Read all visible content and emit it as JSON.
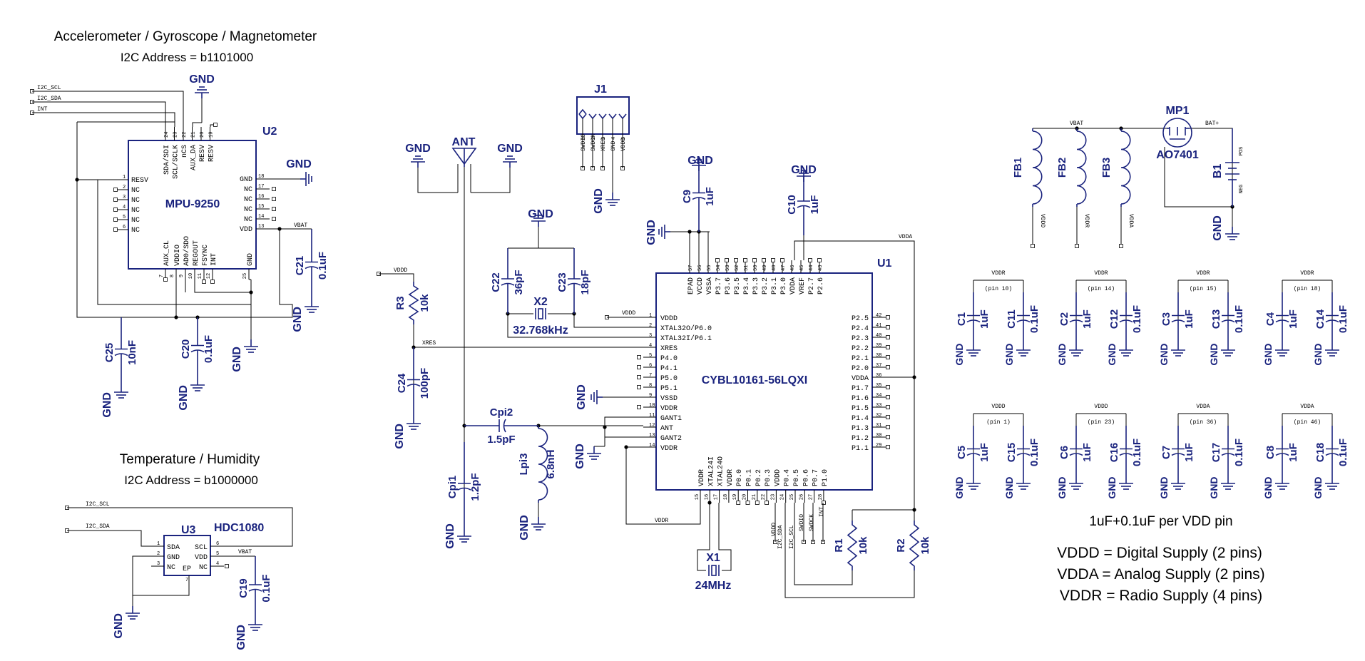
{
  "headings": {
    "imu_title": "Accelerometer / Gyroscope / Magnetometer",
    "imu_address": "I2C Address = b1101000",
    "temp_title": "Temperature / Humidity",
    "temp_address": "I2C Address = b1000000"
  },
  "u2": {
    "ref": "U2",
    "part": "MPU-9250",
    "left_pins": [
      {
        "num": "1",
        "name": "RESV"
      },
      {
        "num": "2",
        "name": "NC"
      },
      {
        "num": "3",
        "name": "NC"
      },
      {
        "num": "4",
        "name": "NC"
      },
      {
        "num": "5",
        "name": "NC"
      },
      {
        "num": "6",
        "name": "NC"
      }
    ],
    "right_pins": [
      {
        "num": "18",
        "name": "GND"
      },
      {
        "num": "17",
        "name": "NC"
      },
      {
        "num": "16",
        "name": "NC"
      },
      {
        "num": "15",
        "name": "NC"
      },
      {
        "num": "14",
        "name": "NC"
      },
      {
        "num": "13",
        "name": "VDD"
      }
    ],
    "top_pins": [
      {
        "num": "24",
        "name": "SDA/SDI"
      },
      {
        "num": "23",
        "name": "SCL/SCLK"
      },
      {
        "num": "22",
        "name": "nCS"
      },
      {
        "num": "21",
        "name": "AUX_DA"
      },
      {
        "num": "20",
        "name": "RESV"
      },
      {
        "num": "19",
        "name": "RESV"
      }
    ],
    "bottom_pins": [
      {
        "num": "7",
        "name": "AUX_CL"
      },
      {
        "num": "8",
        "name": "VDDIO"
      },
      {
        "num": "9",
        "name": "AD0/SDO"
      },
      {
        "num": "10",
        "name": "REGOUT"
      },
      {
        "num": "11",
        "name": "FSYNC"
      },
      {
        "num": "12",
        "name": "INT"
      },
      {
        "num": "25",
        "name": "GND"
      }
    ]
  },
  "u3": {
    "ref": "U3",
    "part": "HDC1080",
    "left_pins": [
      {
        "num": "1",
        "name": "SDA"
      },
      {
        "num": "2",
        "name": "GND"
      },
      {
        "num": "3",
        "name": "NC"
      }
    ],
    "right_pins": [
      {
        "num": "6",
        "name": "SCL"
      },
      {
        "num": "5",
        "name": "VDD"
      },
      {
        "num": "4",
        "name": "NC"
      }
    ],
    "ep": "EP",
    "ep_num": "7"
  },
  "u1": {
    "ref": "U1",
    "part": "CYBL10161-56LQXI",
    "left_pins": [
      {
        "num": "1",
        "name": "VDDD"
      },
      {
        "num": "2",
        "name": "XTAL32O/P6.0"
      },
      {
        "num": "3",
        "name": "XTAL32I/P6.1"
      },
      {
        "num": "4",
        "name": "XRES"
      },
      {
        "num": "5",
        "name": "P4.0"
      },
      {
        "num": "6",
        "name": "P4.1"
      },
      {
        "num": "7",
        "name": "P5.0"
      },
      {
        "num": "8",
        "name": "P5.1"
      },
      {
        "num": "9",
        "name": "VSSD"
      },
      {
        "num": "10",
        "name": "VDDR"
      },
      {
        "num": "11",
        "name": "GANT1"
      },
      {
        "num": "12",
        "name": "ANT"
      },
      {
        "num": "13",
        "name": "GANT2"
      },
      {
        "num": "14",
        "name": "VDDR"
      }
    ],
    "right_pins": [
      {
        "num": "42",
        "name": "P2.5"
      },
      {
        "num": "41",
        "name": "P2.4"
      },
      {
        "num": "40",
        "name": "P2.3"
      },
      {
        "num": "39",
        "name": "P2.2"
      },
      {
        "num": "38",
        "name": "P2.1"
      },
      {
        "num": "37",
        "name": "P2.0"
      },
      {
        "num": "36",
        "name": "VDDA"
      },
      {
        "num": "35",
        "name": "P1.7"
      },
      {
        "num": "34",
        "name": "P1.6"
      },
      {
        "num": "33",
        "name": "P1.5"
      },
      {
        "num": "32",
        "name": "P1.4"
      },
      {
        "num": "31",
        "name": "P1.3"
      },
      {
        "num": "30",
        "name": "P1.2"
      },
      {
        "num": "29",
        "name": "P1.1"
      }
    ],
    "top_pins": [
      {
        "num": "57",
        "name": "EPAD"
      },
      {
        "num": "56",
        "name": "VCCD"
      },
      {
        "num": "55",
        "name": "VSSA"
      },
      {
        "num": "54",
        "name": "P3.7"
      },
      {
        "num": "53",
        "name": "P3.6"
      },
      {
        "num": "52",
        "name": "P3.5"
      },
      {
        "num": "51",
        "name": "P3.4"
      },
      {
        "num": "50",
        "name": "P3.3"
      },
      {
        "num": "49",
        "name": "P3.2"
      },
      {
        "num": "48",
        "name": "P3.1"
      },
      {
        "num": "47",
        "name": "P3.0"
      },
      {
        "num": "46",
        "name": "VDDA"
      },
      {
        "num": "45",
        "name": "VREF"
      },
      {
        "num": "44",
        "name": "P2.7"
      },
      {
        "num": "43",
        "name": "P2.6"
      }
    ],
    "bottom_pins": [
      {
        "num": "15",
        "name": "VDDR"
      },
      {
        "num": "16",
        "name": "XTAL24I"
      },
      {
        "num": "17",
        "name": "XTAL24O"
      },
      {
        "num": "18",
        "name": "VDDR"
      },
      {
        "num": "19",
        "name": "P0.0"
      },
      {
        "num": "20",
        "name": "P0.1"
      },
      {
        "num": "21",
        "name": "P0.2"
      },
      {
        "num": "22",
        "name": "P0.3"
      },
      {
        "num": "23",
        "name": "VDDD"
      },
      {
        "num": "24",
        "name": "P0.4"
      },
      {
        "num": "25",
        "name": "P0.5"
      },
      {
        "num": "26",
        "name": "P0.6"
      },
      {
        "num": "27",
        "name": "P0.7"
      },
      {
        "num": "28",
        "name": "P1.0"
      }
    ]
  },
  "j1": {
    "ref": "J1",
    "pins": [
      {
        "num": "1",
        "name": "SWDIO"
      },
      {
        "num": "2",
        "name": "SWDCK"
      },
      {
        "num": "3",
        "name": "XRES"
      },
      {
        "num": "4",
        "name": "GND"
      },
      {
        "num": "5",
        "name": "VDDD"
      }
    ]
  },
  "ant": "ANT",
  "mp1": {
    "ref": "MP1",
    "part": "AO7401"
  },
  "b1": {
    "ref": "B1",
    "pos": "POS",
    "neg": "NEG"
  },
  "x1": {
    "ref": "X1",
    "freq": "24MHz"
  },
  "x2": {
    "ref": "X2",
    "freq": "32.768kHz"
  },
  "parts": {
    "R1": {
      "ref": "R1",
      "val": "10k"
    },
    "R2": {
      "ref": "R2",
      "val": "10k"
    },
    "R3": {
      "ref": "R3",
      "val": "10k"
    },
    "C9": {
      "ref": "C9",
      "val": "1uF"
    },
    "C10": {
      "ref": "C10",
      "val": "1uF"
    },
    "C19": {
      "ref": "C19",
      "val": "0.1uF"
    },
    "C20": {
      "ref": "C20",
      "val": "0.1uF"
    },
    "C21": {
      "ref": "C21",
      "val": "0.1uF"
    },
    "C22": {
      "ref": "C22",
      "val": "36pF"
    },
    "C23": {
      "ref": "C23",
      "val": "18pF"
    },
    "C24": {
      "ref": "C24",
      "val": "100pF"
    },
    "C25": {
      "ref": "C25",
      "val": "10nF"
    },
    "Cpi1": {
      "ref": "Cpi1",
      "val": "1.2pF"
    },
    "Cpi2": {
      "ref": "Cpi2",
      "val": "1.5pF"
    },
    "Lpi3": {
      "ref": "Lpi3",
      "val": "6.8nH"
    },
    "FB1": {
      "ref": "FB1"
    },
    "FB2": {
      "ref": "FB2"
    },
    "FB3": {
      "ref": "FB3"
    }
  },
  "nets": {
    "gnd": "GND",
    "vbat": "VBAT",
    "vddd": "VDDD",
    "vdda": "VDDA",
    "vddr": "VDDR",
    "xres": "XRES",
    "i2c_scl": "I2C_SCL",
    "i2c_sda": "I2C_SDA",
    "int": "INT",
    "bat_plus": "BAT+",
    "swdio": "SWDIO",
    "swdck": "SWDCK"
  },
  "decoupling": [
    {
      "net": "VDDR",
      "pin": "(pin 10)",
      "c1": "C1",
      "c2": "C11",
      "v1": "1uF",
      "v2": "0.1uF"
    },
    {
      "net": "VDDR",
      "pin": "(pin 14)",
      "c1": "C2",
      "c2": "C12",
      "v1": "1uF",
      "v2": "0.1uF"
    },
    {
      "net": "VDDR",
      "pin": "(pin 15)",
      "c1": "C3",
      "c2": "C13",
      "v1": "1uF",
      "v2": "0.1uF"
    },
    {
      "net": "VDDR",
      "pin": "(pin 18)",
      "c1": "C4",
      "c2": "C14",
      "v1": "1uF",
      "v2": "0.1uF"
    },
    {
      "net": "VDDD",
      "pin": "(pin 1)",
      "c1": "C5",
      "c2": "C15",
      "v1": "1uF",
      "v2": "0.1uF"
    },
    {
      "net": "VDDD",
      "pin": "(pin 23)",
      "c1": "C6",
      "c2": "C16",
      "v1": "1uF",
      "v2": "0.1uF"
    },
    {
      "net": "VDDA",
      "pin": "(pin 36)",
      "c1": "C7",
      "c2": "C17",
      "v1": "1uF",
      "v2": "0.1uF"
    },
    {
      "net": "VDDA",
      "pin": "(pin 46)",
      "c1": "C8",
      "c2": "C18",
      "v1": "1uF",
      "v2": "0.1uF"
    }
  ],
  "notes": {
    "per_pin": "1uF+0.1uF per VDD pin",
    "vddd": "VDDD = Digital Supply (2 pins)",
    "vdda": "VDDA = Analog Supply (2 pins)",
    "vddr": "VDDR = Radio Supply (4 pins)"
  }
}
